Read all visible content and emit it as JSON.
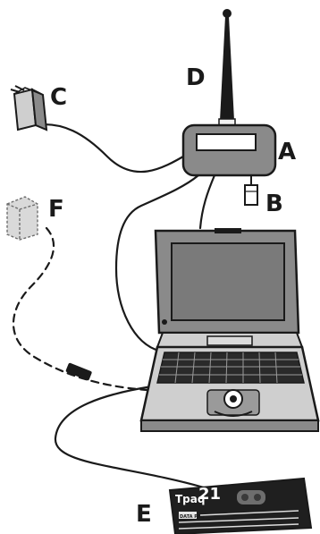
{
  "labels": {
    "A": "A",
    "B": "B",
    "C": "C",
    "D": "D",
    "E": "E",
    "F": "F"
  },
  "logger": {
    "brand": "Tpaq",
    "model": "21",
    "tag": "DATA PAQ"
  },
  "colors": {
    "ink": "#1a1a1a",
    "device_body": "#8a8a8a",
    "device_face": "#cfcfcf",
    "screen": "#7a7a7a",
    "logger_body": "#1f1f1f"
  },
  "icons": {
    "antenna": "antenna-icon",
    "receiver": "radio-receiver-icon",
    "power_adapter": "power-adapter-icon",
    "connector": "usb-connector-icon",
    "remote_unit": "remote-unit-icon",
    "laptop": "laptop-icon",
    "logger": "data-logger-icon"
  }
}
